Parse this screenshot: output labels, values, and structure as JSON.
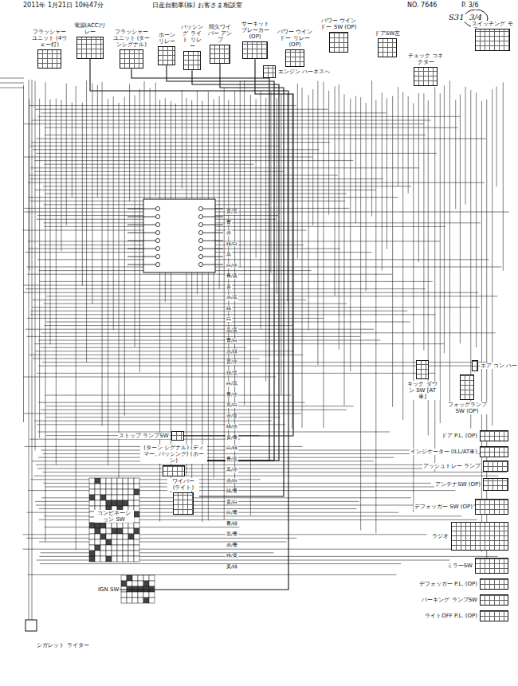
{
  "diagram": {
    "nodes": [
      {
        "text": [
          "フラッシャー ユニット (4ウェー灯)"
        ]
      },
      {
        "text": [
          "電源(ACC)リレー"
        ]
      },
      {
        "text": [
          "フラッシャー ユニット (ターンシグナル)"
        ]
      },
      {
        "text": [
          "ホーン リレー"
        ]
      },
      {
        "text": [
          "パッシング ライト リレー"
        ]
      },
      {
        "text": [
          "間欠ワイパー アンプ"
        ]
      },
      {
        "text": [
          "サーキット ブレーカー (OP)"
        ]
      },
      {
        "text": [
          "パワー ウインドー SW (OP)"
        ]
      },
      {
        "text": [
          "パワー ウインドー リレー (OP)"
        ]
      },
      {
        "text": [
          "エンジン ハーネスへ"
        ]
      },
      {
        "text": [
          "ドアSW左"
        ]
      },
      {
        "text": [
          "チェック コネクター"
        ]
      },
      {
        "text": [
          "スイッチング モ"
        ]
      },
      {
        "text": [
          "キック ダウン SW [AT車]"
        ]
      },
      {
        "text": [
          "エア コン ハー"
        ]
      },
      {
        "text": [
          "フォッグランプ SW (OP)"
        ]
      },
      {
        "text": [
          "ドア P.L. (OP)"
        ]
      },
      {
        "text": [
          "インジケーター (ILL/AT車)"
        ]
      },
      {
        "text": [
          "アッシュトレー ランプ"
        ]
      },
      {
        "text": [
          "アンテナSW (OP)"
        ]
      },
      {
        "text": [
          "デフォッガー SW (OP)"
        ]
      },
      {
        "text": [
          "ラジオ"
        ]
      },
      {
        "text": [
          "ミラーSW"
        ]
      },
      {
        "text": [
          "デフォッガー P.L. (OP)"
        ]
      },
      {
        "text": [
          "パーキング ランプSW"
        ]
      },
      {
        "text": [
          "ライトOFF P.L. (OP)"
        ]
      },
      {
        "text": [
          "ストップ ランプSW"
        ]
      },
      {
        "text": [
          "(ターン シグナル) (ディマー, パッシング) (ホーン)"
        ]
      },
      {
        "text": [
          "コンビネーション SW"
        ]
      },
      {
        "text": [
          "ワイパー (ライト)"
        ]
      },
      {
        "text": [
          "IGN SW"
        ]
      },
      {
        "text": [
          "シガレット ライター"
        ]
      }
    ],
    "edges": [
      {
        "from": 27,
        "to": 2,
        "arrow": "none"
      },
      {
        "from": 27,
        "to": 3,
        "arrow": "none"
      },
      {
        "from": 27,
        "to": 4,
        "arrow": "none"
      },
      {
        "from": 29,
        "to": 5,
        "arrow": "none"
      },
      {
        "from": 30,
        "to": 1,
        "arrow": "none"
      },
      {
        "from": 26,
        "to": 6,
        "arrow": "none"
      }
    ],
    "labels": [
      "2011年 1月21日 10時47分",
      "日産自動車(株) お客さま相談室",
      "NO. 7646",
      "P. 3/6",
      "S31",
      "3/4",
      "黄/黒",
      "青",
      "赤",
      "緑/白",
      "黒",
      "白/赤",
      "青/黄",
      "黄",
      "赤/黒",
      "緑",
      "白",
      "黒/黄",
      "青/白",
      "赤/緑",
      "黄/赤",
      "緑/黒",
      "白/黒",
      "青/赤",
      "黒/白",
      "赤/黄",
      "緑/赤",
      "黄/青",
      "白/緑",
      "青/黒",
      "黒/赤",
      "赤/白",
      "緑/青",
      "黄/白",
      "白/青",
      "青/緑",
      "黒/青",
      "赤/青",
      "緑/黄",
      "黄/緑"
    ]
  }
}
